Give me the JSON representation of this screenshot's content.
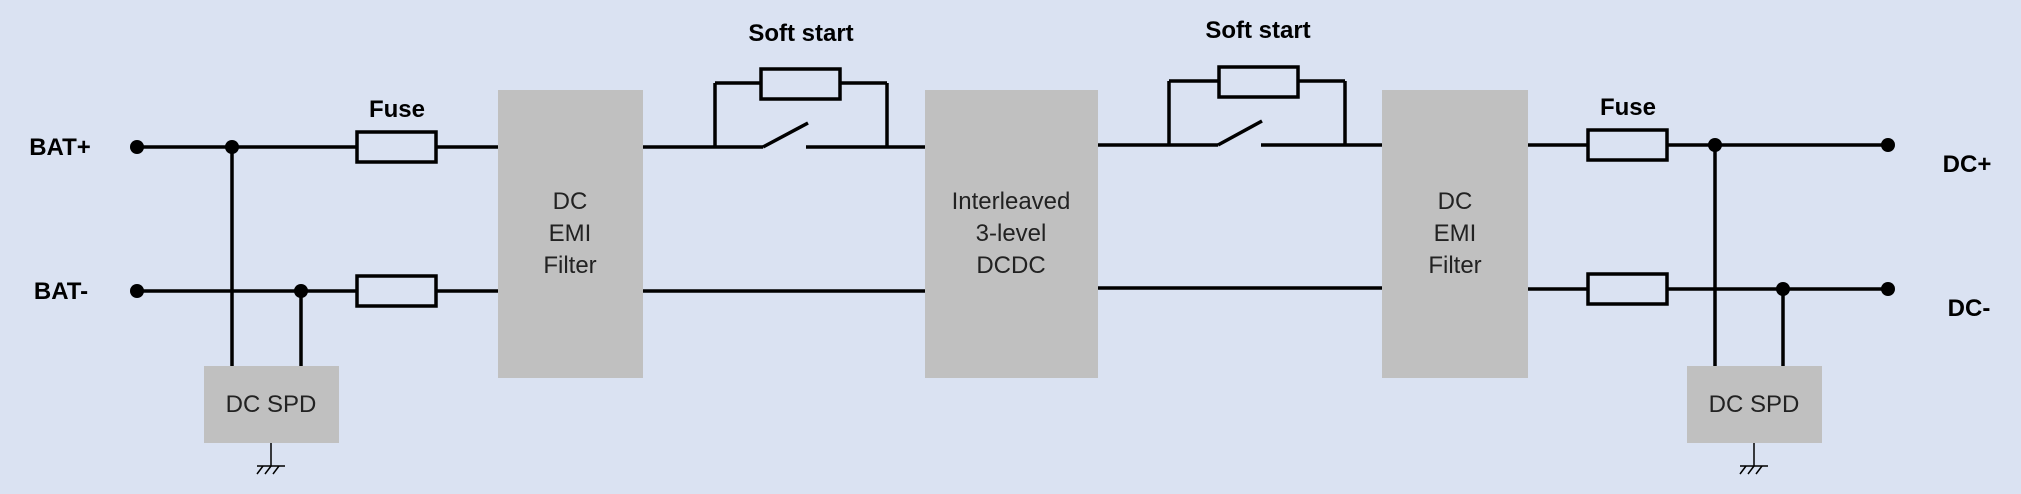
{
  "terminals": {
    "bat_plus": "BAT+",
    "bat_minus": "BAT-",
    "dc_plus": "DC+",
    "dc_minus": "DC-"
  },
  "fuse_left": "Fuse",
  "fuse_right": "Fuse",
  "soft_start_left": "Soft start",
  "soft_start_right": "Soft start",
  "emi_filter_left": [
    "DC",
    "EMI",
    "Filter"
  ],
  "converter": [
    "Interleaved",
    "3-level",
    "DCDC"
  ],
  "emi_filter_right": [
    "DC",
    "EMI",
    "Filter"
  ],
  "spd_left": "DC SPD",
  "spd_right": "DC SPD"
}
